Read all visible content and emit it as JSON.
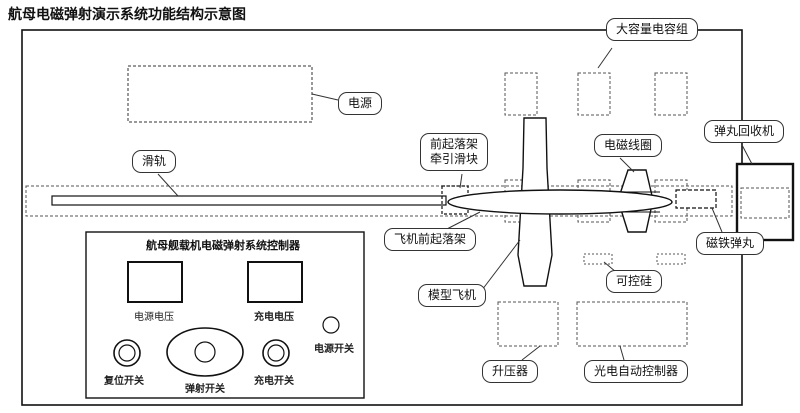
{
  "title": "航母电磁弹射演示系统功能结构示意图",
  "callouts": {
    "power": "电源",
    "capacitor_bank": "大容量电容组",
    "recovery": "弹丸回收机",
    "slide_rail": "滑轨",
    "nose_gear_slider_line1": "前起落架",
    "nose_gear_slider_line2": "牵引滑块",
    "coil": "电磁线圈",
    "aircraft_nose_gear": "飞机前起落架",
    "magnetic_projectile": "磁铁弹丸",
    "thyristor": "可控硅",
    "model_aircraft": "模型飞机",
    "booster": "升压器",
    "photo_controller": "光电自动控制器"
  },
  "controller": {
    "title": "航母舰载机电磁弹射系统控制器",
    "power_voltage": "电源电压",
    "charge_voltage": "充电电压",
    "power_switch": "电源开关",
    "reset_switch": "复位开关",
    "launch_switch": "弹射开关",
    "charge_switch": "充电开关"
  }
}
